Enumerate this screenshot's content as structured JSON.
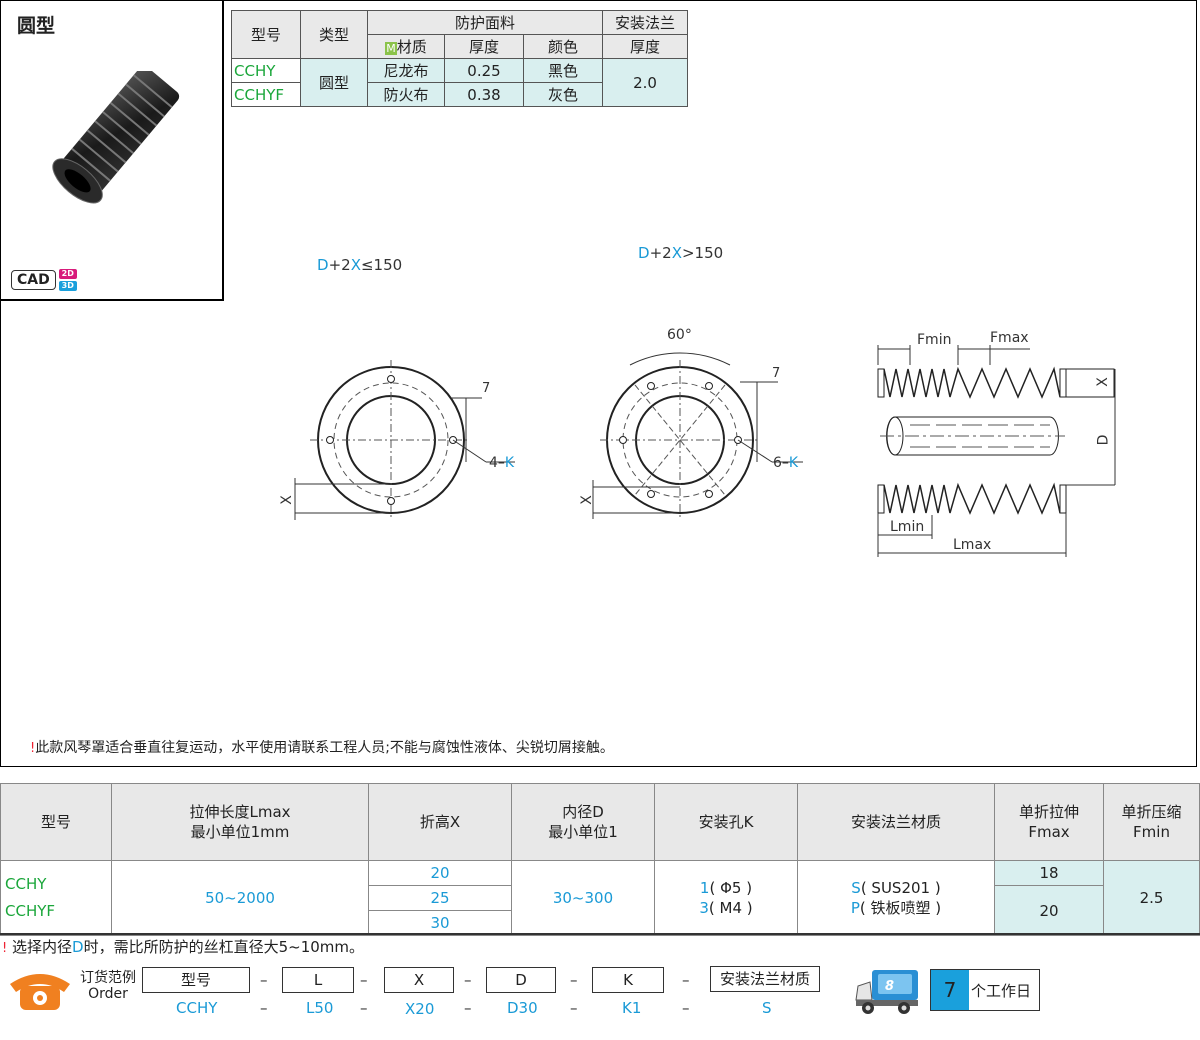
{
  "product": {
    "title": "圆型",
    "cad_label": "CAD",
    "cad_2d": "2D",
    "cad_3d": "3D",
    "cad_2d_color": "#d81b7b",
    "cad_3d_color": "#1aa0dc"
  },
  "spec_table": {
    "headers": {
      "model": "型号",
      "type": "类型",
      "protect": "防护面料",
      "flange": "安装法兰",
      "material_m": "M",
      "material": "材质",
      "thickness": "厚度",
      "color": "颜色",
      "flange_thickness": "厚度"
    },
    "rows": [
      {
        "model": "CCHY",
        "material": "尼龙布",
        "thickness": "0.25",
        "color": "黑色"
      },
      {
        "model": "CCHYF",
        "material": "防火布",
        "thickness": "0.38",
        "color": "灰色"
      }
    ],
    "type_value": "圆型",
    "flange_value": "2.0"
  },
  "drawings": {
    "cond1": {
      "d": "D",
      "plus2": "+2",
      "x": "X",
      "rest": "≤150"
    },
    "cond2": {
      "d": "D",
      "plus2": "+2",
      "x": "X",
      "rest": ">150"
    },
    "dim7a": "7",
    "hole4": "4–",
    "k": "K",
    "xa": "X",
    "angle": "60°",
    "dim7b": "7",
    "hole6": "6–",
    "xb": "X",
    "fmin": "Fmin",
    "fmax": "Fmax",
    "xc": "X",
    "dc": "D",
    "lmin": "Lmin",
    "lmax": "Lmax"
  },
  "note": {
    "icon": "!",
    "text": "此款风琴罩适合垂直往复运动，水平使用请联系工程人员;不能与腐蚀性液体、尖锐切屑接触。"
  },
  "order_table": {
    "headers": {
      "model": "型号",
      "lmax1": "拉伸长度Lmax",
      "lmax2": "最小单位1mm",
      "x": "折高X",
      "d1": "内径D",
      "d2": "最小单位1",
      "k": "安装孔K",
      "fl": "安装法兰材质",
      "fmax1": "单折拉伸",
      "fmax2": "Fmax",
      "fmin1": "单折压缩",
      "fmin2": "Fmin"
    },
    "models": [
      "CCHY",
      "CCHYF"
    ],
    "lmax": "50~2000",
    "x_values": [
      "20",
      "25",
      "30"
    ],
    "d": "30~300",
    "k": [
      {
        "code": "1",
        "desc": "( Φ5 )"
      },
      {
        "code": "3",
        "desc": "( M4 )"
      }
    ],
    "flange": [
      {
        "code": "S",
        "desc": "( SUS201 )"
      },
      {
        "code": "P",
        "desc": "( 铁板喷塑 )"
      }
    ],
    "fmax": [
      "18",
      "20"
    ],
    "fmin": "2.5"
  },
  "footnote": {
    "pre": "选择内径",
    "d": "D",
    "post": "时，需比所防护的丝杠直径大5~10mm。"
  },
  "order_example": {
    "label1": "订货范例",
    "label2": "Order",
    "fields": [
      "型号",
      "L",
      "X",
      "D",
      "K",
      "安装法兰材质"
    ],
    "values": [
      "CCHY",
      "L50",
      "X20",
      "D30",
      "K1",
      "S"
    ],
    "sep": "–",
    "days": "7",
    "days_label": "个工作日"
  }
}
